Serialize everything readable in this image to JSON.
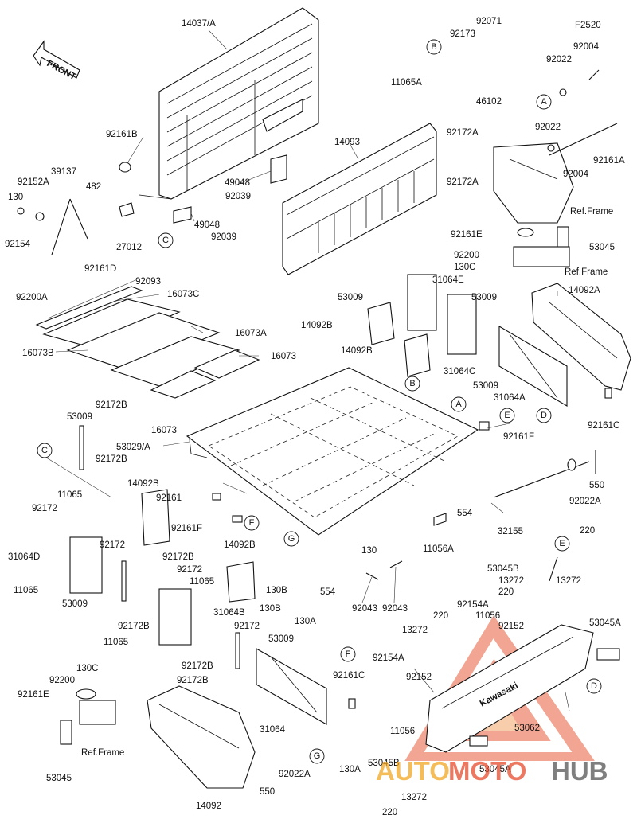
{
  "diagram_code": "F2520",
  "front_arrow_label": "FRONT",
  "ref_frame_label": "Ref.Frame",
  "brand_decal": "Kawasaki",
  "watermark": {
    "part1": "AUTO",
    "part2": "MOTO",
    "part3": "HUB",
    "color1": "#f2a623",
    "color2": "#e64b2e",
    "color3": "#555555"
  },
  "callouts": [
    "A",
    "B",
    "C",
    "D",
    "E",
    "F",
    "G"
  ],
  "part_numbers": {
    "p14037A": "14037/A",
    "p14093": "14093",
    "p14092A": "14092A",
    "p14092B": "14092B",
    "p14092": "14092",
    "p92071": "92071",
    "p92173": "92173",
    "p92004": "92004",
    "p92022": "92022",
    "p11065A": "11065A",
    "p46102": "46102",
    "p92161B": "92161B",
    "p39137": "39137",
    "p92152A": "92152A",
    "p130": "130",
    "p482": "482",
    "p92154": "92154",
    "p27012": "27012",
    "p92161D": "92161D",
    "p92200A": "92200A",
    "p49048": "49048",
    "p92039": "92039",
    "p92172A": "92172A",
    "p92161A": "92161A",
    "p92161E": "92161E",
    "p53045": "53045",
    "p92200": "92200",
    "p130C": "130C",
    "p92093": "92093",
    "p16073C": "16073C",
    "p16073A": "16073A",
    "p16073B": "16073B",
    "p16073": "16073",
    "p53009": "53009",
    "p31064E": "31064E",
    "p31064C": "31064C",
    "p31064A": "31064A",
    "p31064B": "31064B",
    "p31064D": "31064D",
    "p31064": "31064",
    "p92161C": "92161C",
    "p92161F": "92161F",
    "p53029A": "53029/A",
    "p92172B": "92172B",
    "p92172": "92172",
    "p11065": "11065",
    "p92161": "92161",
    "p550": "550",
    "p554": "554",
    "p92022A": "92022A",
    "p32155": "32155",
    "p11056A": "11056A",
    "p11056": "11056",
    "p92043": "92043",
    "p130B": "130B",
    "p130A": "130A",
    "p220": "220",
    "p53045B": "53045B",
    "p53045A": "53045A",
    "p13272": "13272",
    "p92154A": "92154A",
    "p92152": "92152",
    "p53062": "53062"
  }
}
